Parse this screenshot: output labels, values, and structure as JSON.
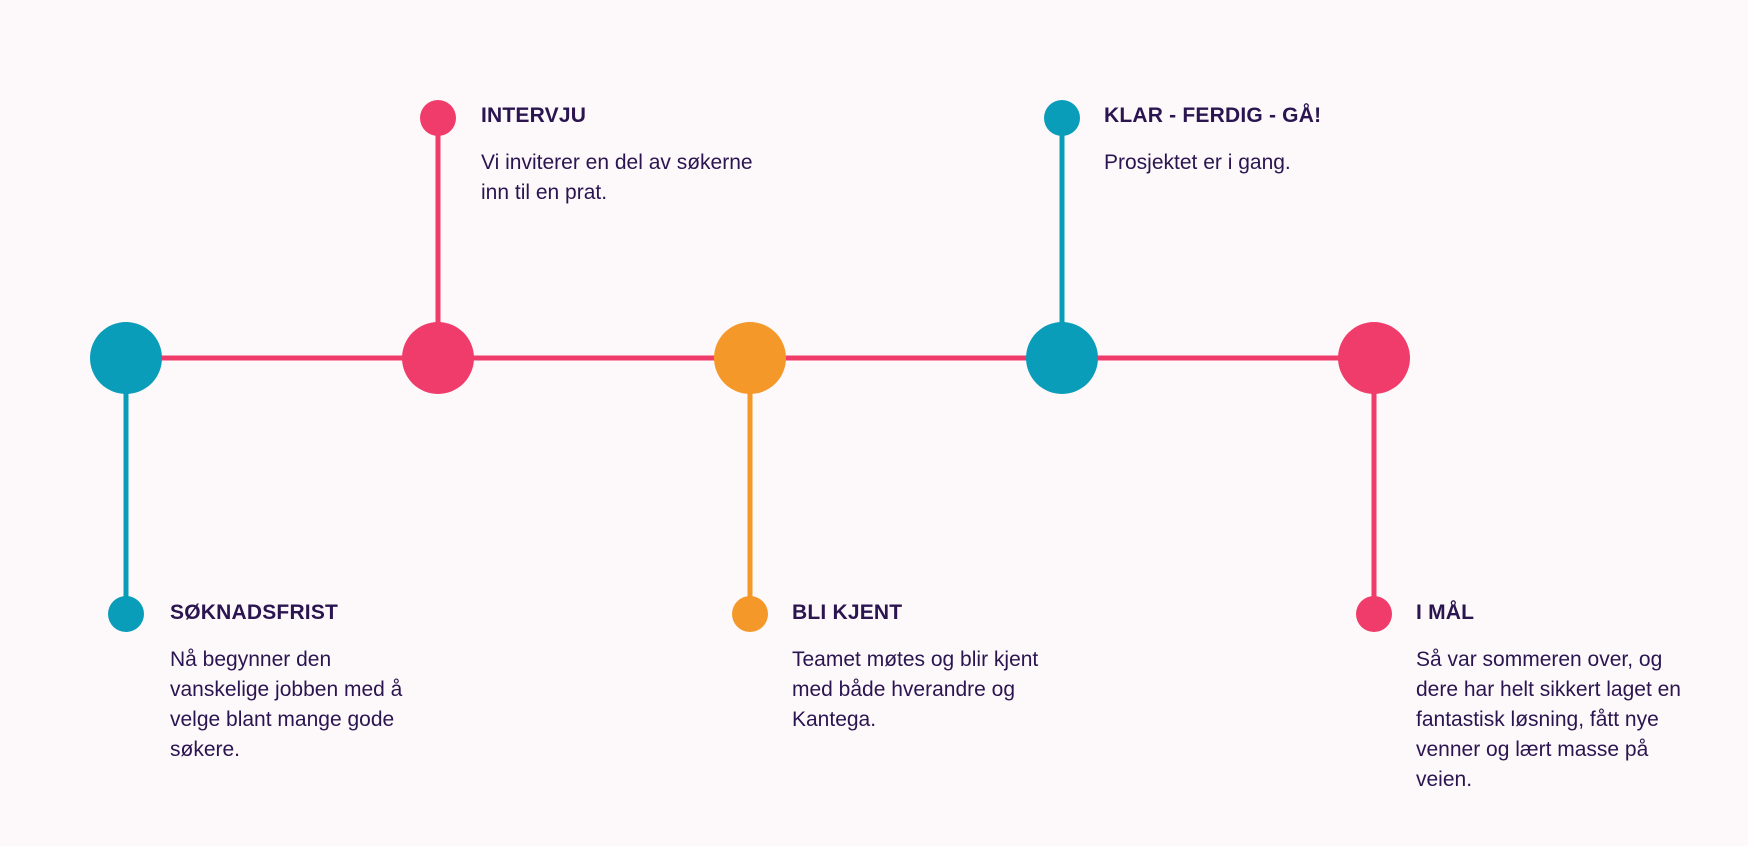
{
  "colors": {
    "background": "#fdf8fa",
    "text": "#2a1550",
    "teal": "#0a9dba",
    "pink": "#f03c6b",
    "orange": "#f4982a",
    "connector": "#f03c6b"
  },
  "milestones": [
    {
      "title": "SØKNADSFRIST",
      "description": "Nå begynner den vanskelige jobben med å velge blant mange gode søkere.",
      "color": "#0a9dba",
      "position": "below"
    },
    {
      "title": "INTERVJU",
      "description": "Vi inviterer en del av søkerne inn til en prat.",
      "color": "#f03c6b",
      "position": "above"
    },
    {
      "title": "BLI KJENT",
      "description": "Teamet møtes og blir kjent med både hverandre og Kantega.",
      "color": "#f4982a",
      "position": "below"
    },
    {
      "title": "KLAR - FERDIG - GÅ!",
      "description": "Prosjektet er i gang.",
      "color": "#0a9dba",
      "position": "above"
    },
    {
      "title": "I MÅL",
      "description": "Så var sommeren over, og dere har helt sikkert laget en fantastisk løsning, fått nye venner og lært masse på veien.",
      "color": "#f03c6b",
      "position": "below"
    }
  ]
}
